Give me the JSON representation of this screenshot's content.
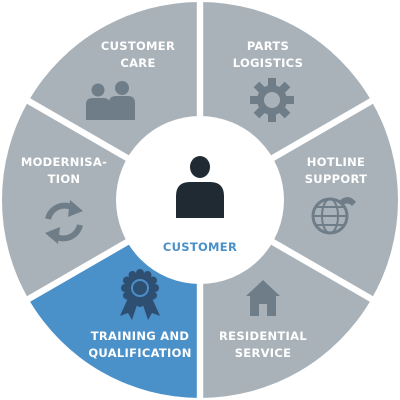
{
  "diagram": {
    "center": {
      "label": "CUSTOMER",
      "label_color": "#4a90c9",
      "icon": "person-icon"
    },
    "segments": [
      {
        "id": "parts-logistics",
        "lines": [
          "PARTS",
          "LOGISTICS"
        ],
        "icon": "gear-icon",
        "highlighted": false
      },
      {
        "id": "hotline-support",
        "lines": [
          "HOTLINE",
          "SUPPORT"
        ],
        "icon": "globe-phone-icon",
        "highlighted": false
      },
      {
        "id": "residential-service",
        "lines": [
          "RESIDENTIAL",
          "SERVICE"
        ],
        "icon": "house-icon",
        "highlighted": false
      },
      {
        "id": "training-qualification",
        "lines": [
          "TRAINING AND",
          "QUALIFICATION"
        ],
        "icon": "award-ribbon-icon",
        "highlighted": true
      },
      {
        "id": "modernisation",
        "lines": [
          "MODERNISA-",
          "TION"
        ],
        "icon": "refresh-arrows-icon",
        "highlighted": false
      },
      {
        "id": "customer-care",
        "lines": [
          "CUSTOMER",
          "CARE"
        ],
        "icon": "people-icon",
        "highlighted": false
      }
    ],
    "colors": {
      "segment": "#a9b2b9",
      "segment_highlight": "#4a90c9",
      "icon": "#6f7d88",
      "icon_on_highlight": "#2f4f72",
      "center_bg": "#ffffff",
      "center_icon": "#1f2a33"
    }
  }
}
